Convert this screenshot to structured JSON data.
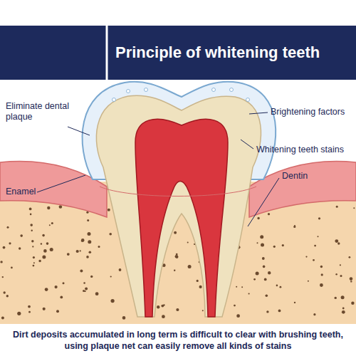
{
  "diagram": {
    "title": "Principle of whitening teeth",
    "caption": "Dirt deposits accumulated in long term is difficult to clear with brushing teeth, using plaque net can easily remove all kinds of stains",
    "labels": [
      "Eliminate dental plaque",
      "Brightening factors",
      "Whitening teeth stains",
      "Enamel",
      "Dentin"
    ]
  }
}
